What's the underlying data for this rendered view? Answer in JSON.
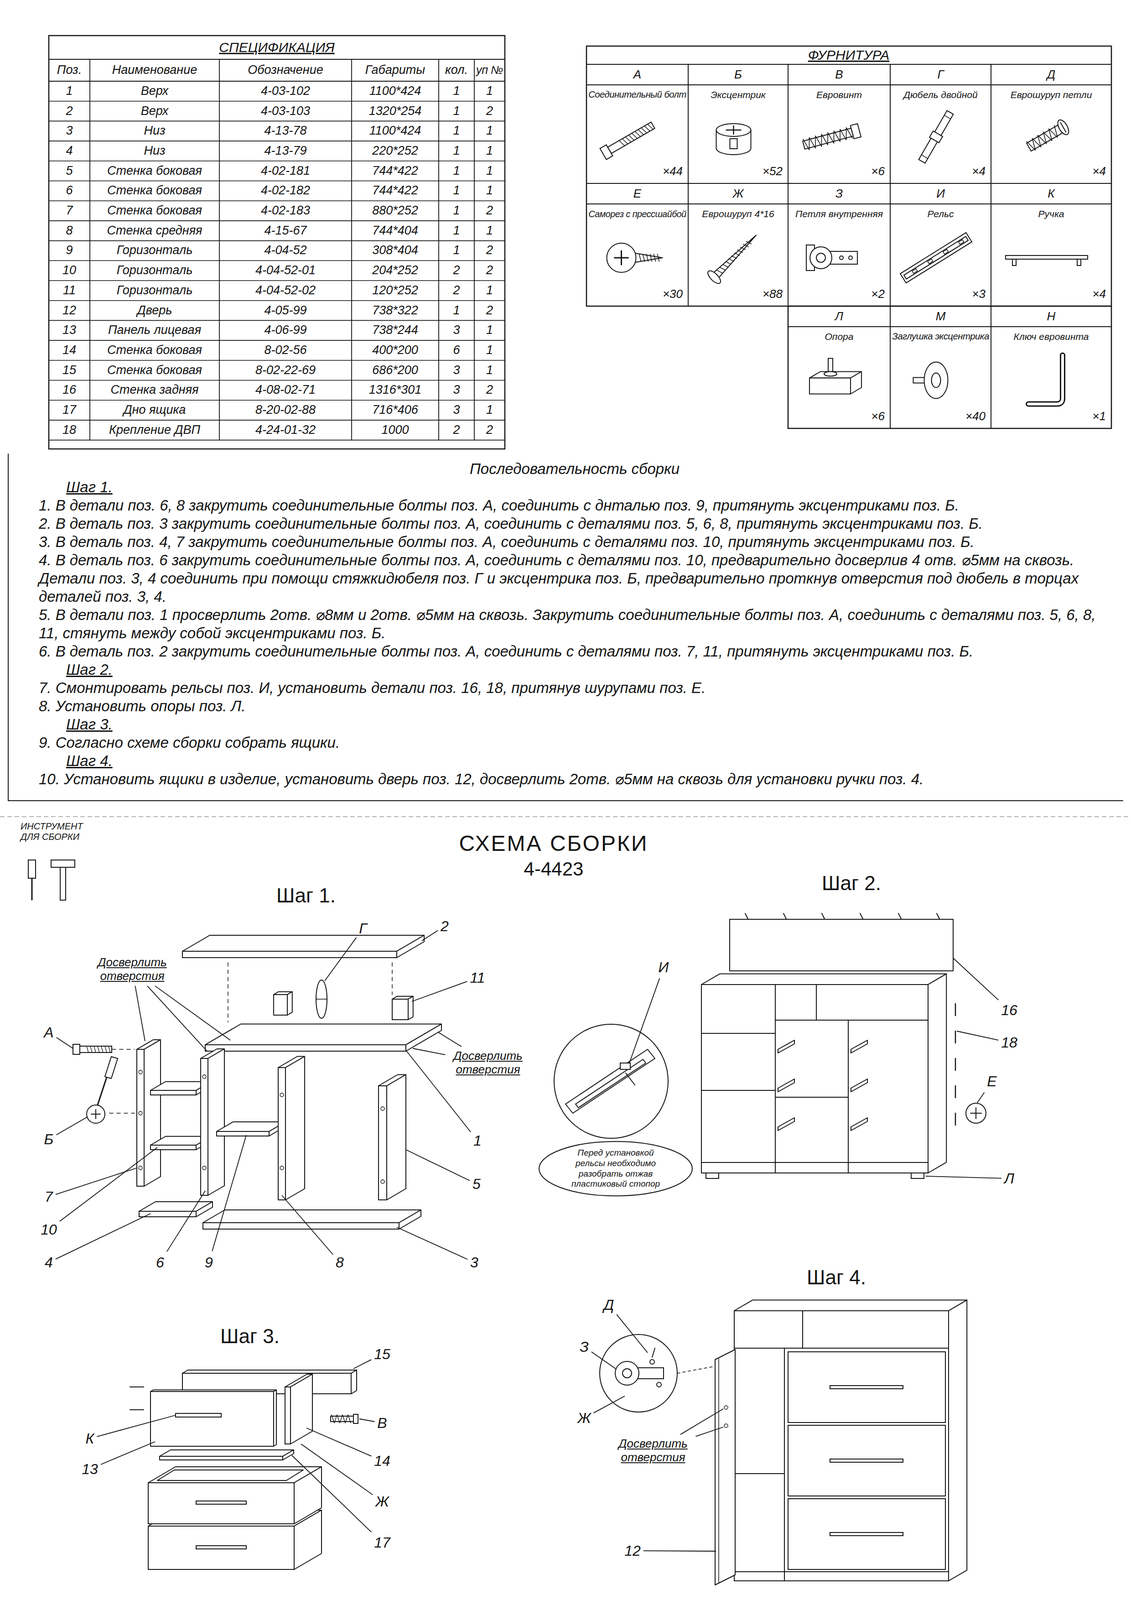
{
  "diagram": {
    "title": "СХЕМА СБОРКИ",
    "nodes": [
      {
        "text": [
          "Перед установкой рельсы необходимо разобрать отжав пластиковый стопор"
        ]
      }
    ],
    "labels": [
      "СПЕЦИФИКАЦИЯ",
      "Поз.",
      "Наименование",
      "Обозначение",
      "Габариты",
      "кол.",
      "уп №",
      "1",
      "Верх",
      "4-03-102",
      "1100*424",
      "1",
      "1",
      "2",
      "Верх",
      "4-03-103",
      "1320*254",
      "1",
      "2",
      "3",
      "Низ",
      "4-13-78",
      "1100*424",
      "1",
      "1",
      "4",
      "Низ",
      "4-13-79",
      "220*252",
      "1",
      "1",
      "5",
      "Стенка боковая",
      "4-02-181",
      "744*422",
      "1",
      "1",
      "6",
      "Стенка боковая",
      "4-02-182",
      "744*422",
      "1",
      "1",
      "7",
      "Стенка боковая",
      "4-02-183",
      "880*252",
      "1",
      "2",
      "8",
      "Стенка средняя",
      "4-15-67",
      "744*404",
      "1",
      "1",
      "9",
      "Горизонталь",
      "4-04-52",
      "308*404",
      "1",
      "2",
      "10",
      "Горизонталь",
      "4-04-52-01",
      "204*252",
      "2",
      "2",
      "11",
      "Горизонталь",
      "4-04-52-02",
      "120*252",
      "2",
      "1",
      "12",
      "Дверь",
      "4-05-99",
      "738*322",
      "1",
      "2",
      "13",
      "Панель лицевая",
      "4-06-99",
      "738*244",
      "3",
      "1",
      "14",
      "Стенка боковая",
      "8-02-56",
      "400*200",
      "6",
      "1",
      "15",
      "Стенка боковая",
      "8-02-22-69",
      "686*200",
      "3",
      "1",
      "16",
      "Стенка задняя",
      "4-08-02-71",
      "1316*301",
      "3",
      "2",
      "17",
      "Дно ящика",
      "8-20-02-88",
      "716*406",
      "3",
      "1",
      "18",
      "Крепление ДВП",
      "4-24-01-32",
      "1000",
      "2",
      "2",
      "ФУРНИТУРА",
      "А",
      "Соединительный болт",
      "×44",
      "Б",
      "Эксцентрик",
      "×52",
      "В",
      "Евровинт",
      "×6",
      "Г",
      "Дюбель двойной",
      "×4",
      "Д",
      "Еврошуруп петли",
      "×4",
      "Е",
      "Саморез с прессшайбой",
      "×30",
      "Ж",
      "Еврошуруп 4*16",
      "×88",
      "З",
      "Петля внутренняя",
      "×2",
      "И",
      "Рельс",
      "×3",
      "К",
      "Ручка",
      "×4",
      "Л",
      "Опора",
      "×6",
      "М",
      "Заглушка эксцентрика",
      "×40",
      "Н",
      "Ключ евровинта",
      "×1",
      "Последовательность сборки",
      "Шаг 1.",
      "1. В детали поз. 6, 8 закрутить соединительные болты поз. А, соединить с днталью поз. 9, притянуть эксцентриками поз. Б.",
      "2. В деталь поз. 3 закрутить соединительные болты поз. А, соединить с деталями поз. 5, 6, 8, притянуть эксцентриками поз. Б.",
      "3. В деталь поз. 4, 7 закрутить соединительные болты поз. А, соединить с деталями поз. 10, притянуть эксцентриками поз. Б.",
      "4. В деталь поз. 6 закрутить соединительные болты поз. А, соединить с деталями поз. 10, предварительно досверлив 4 отв. ⌀5мм на сквозь. Детали поз. 3, 4 соединить при помощи стяжкидюбеля поз. Г и эксцентрика поз. Б, предварительно проткнув отверстия под дюбель в торцах деталей поз. 3, 4.",
      "5. В детали поз. 1 просверлить 2отв. ⌀8мм и 2отв. ⌀5мм на сквозь. Закрутить соединительные болты поз. А, соединить с деталями поз. 5, 6, 8, 11, стянуть между собой эксцентриками поз. Б.",
      "6. В деталь поз. 2 закрутить соединительные болты поз. А, соединить с деталями поз. 7, 11, притянуть эксцентриками поз. Б.",
      "Шаг 2.",
      "7. Смонтировать рельсы поз. И, установить детали поз. 16, 18, притянув шурупами поз. Е.",
      "8. Установить опоры поз. Л.",
      "Шаг 3.",
      "9. Согласно схеме сборки собрать ящики.",
      "Шаг 4.",
      "10. Установить ящики в изделие, установить дверь поз. 12, досверлить 2отв. ⌀5мм на сквозь для установки ручки поз. 4.",
      "ИНСТРУМЕНТ ДЛЯ СБОРКИ",
      "4-4423",
      "Шаг 1.",
      "Г",
      "2",
      "Досверлить отверстия",
      "11",
      "А",
      "Досверлить отверстия",
      "1",
      "Б",
      "5",
      "7",
      "10",
      "4",
      "6",
      "9",
      "8",
      "3",
      "Шаг 2.",
      "И",
      "16",
      "18",
      "Е",
      "Л",
      "Шаг 3.",
      "15",
      "К",
      "В",
      "14",
      "13",
      "Ж",
      "17",
      "Шаг 4.",
      "Д",
      "З",
      "Ж",
      "Досверлить отверстия",
      "12"
    ]
  }
}
